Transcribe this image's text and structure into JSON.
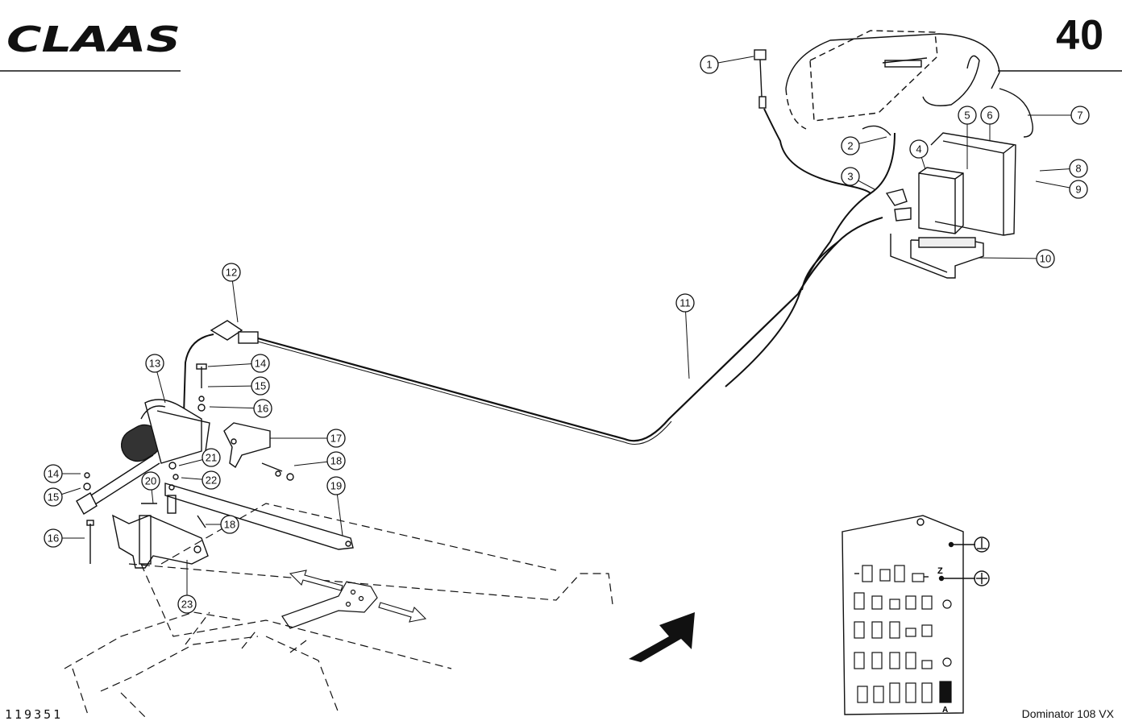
{
  "header": {
    "brand": "CLAAS",
    "page_number": "40"
  },
  "footer": {
    "drawing_number": "119351",
    "model": "Dominator 108 VX"
  },
  "callouts": [
    "1",
    "2",
    "3",
    "4",
    "5",
    "6",
    "7",
    "8",
    "9",
    "10",
    "11",
    "12",
    "13",
    "14",
    "15",
    "16",
    "14",
    "15",
    "16",
    "17",
    "18",
    "18",
    "19",
    "20",
    "21",
    "22",
    "23"
  ],
  "fuse_box": {
    "top_symbol": "⏚",
    "plus_symbol": "⊕",
    "z_label": "Z",
    "a_label": "A"
  }
}
